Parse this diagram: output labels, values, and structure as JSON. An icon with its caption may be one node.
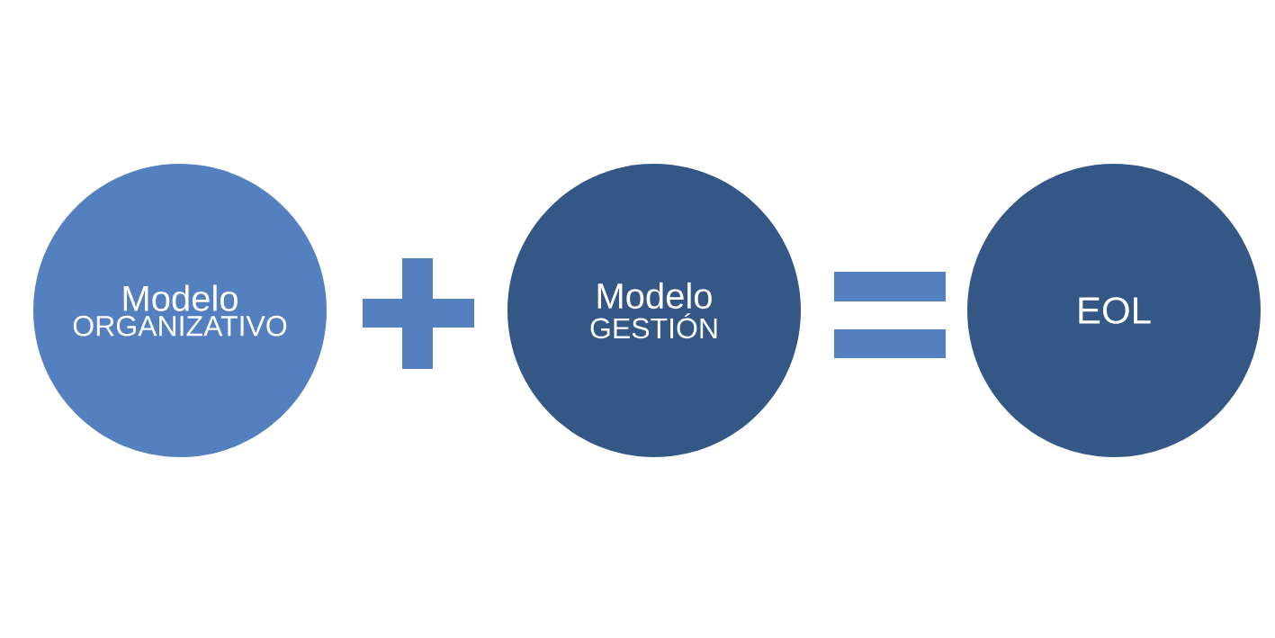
{
  "diagram": {
    "nodes": [
      {
        "text": [
          "Modelo",
          "ORGANIZATIVO"
        ]
      },
      {
        "text": [
          "Modelo",
          "GESTIÓN"
        ]
      },
      {
        "text": [
          "EOL"
        ]
      }
    ]
  }
}
